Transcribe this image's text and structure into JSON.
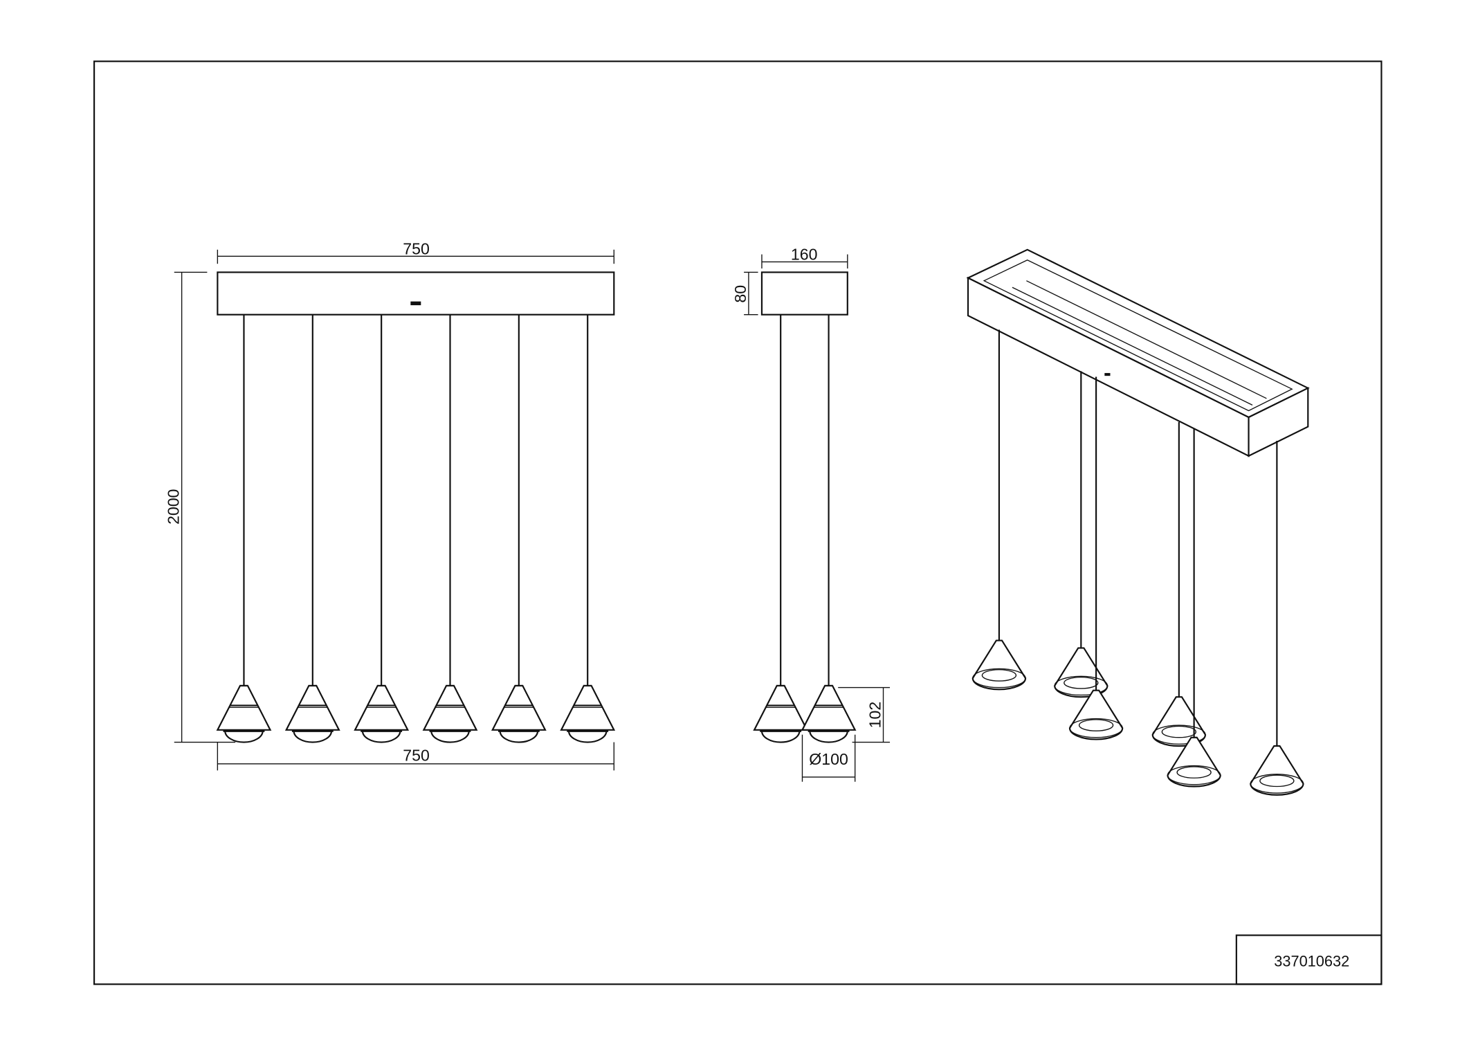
{
  "drawing": {
    "front_view": {
      "width_top": "750",
      "width_bottom": "750",
      "height": "2000",
      "pendant_count": 6
    },
    "side_view": {
      "depth": "160",
      "canopy_height": "80",
      "shade_height": "102",
      "shade_diameter": "Ø100"
    },
    "title_block": {
      "article_number": "337010632"
    }
  }
}
